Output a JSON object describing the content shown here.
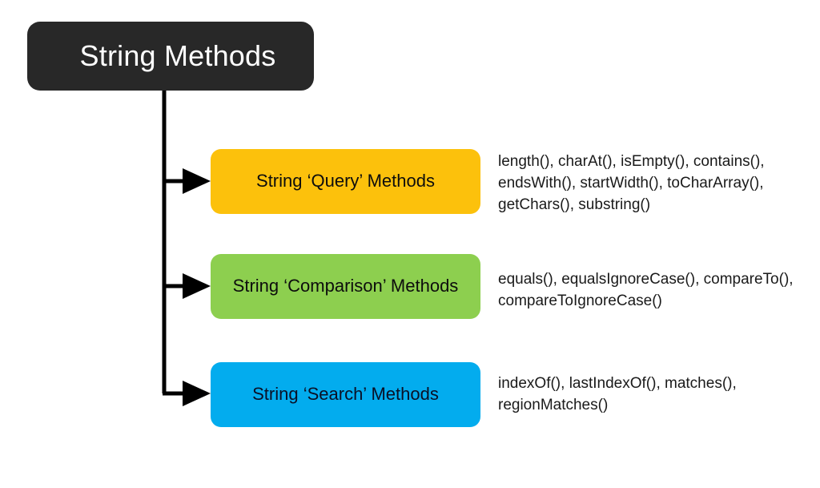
{
  "diagram": {
    "title": "String Methods",
    "root": {
      "label": "String Methods",
      "bg_color": "#282828",
      "text_color": "#ffffff"
    },
    "branches": [
      {
        "label": "String ‘Query’ Methods",
        "color_name": "yellow",
        "bg_color": "#FCC10C",
        "methods": "length(), charAt(), isEmpty(), contains(), endsWith(), startWidth(), toCharArray(), getChars(), substring()"
      },
      {
        "label": "String ‘Comparison’ Methods",
        "color_name": "green",
        "bg_color": "#8DCF4F",
        "methods": "equals(), equalsIgnoreCase(), compareTo(), compareToIgnoreCase()"
      },
      {
        "label": "String ‘Search’ Methods",
        "color_name": "blue",
        "bg_color": "#03ACEE",
        "methods": "indexOf(), lastIndexOf(), matches(), regionMatches()"
      }
    ],
    "connector": {
      "icon": "arrow-right-icon",
      "line_color": "#000000"
    },
    "background_color": "#ffffff"
  }
}
